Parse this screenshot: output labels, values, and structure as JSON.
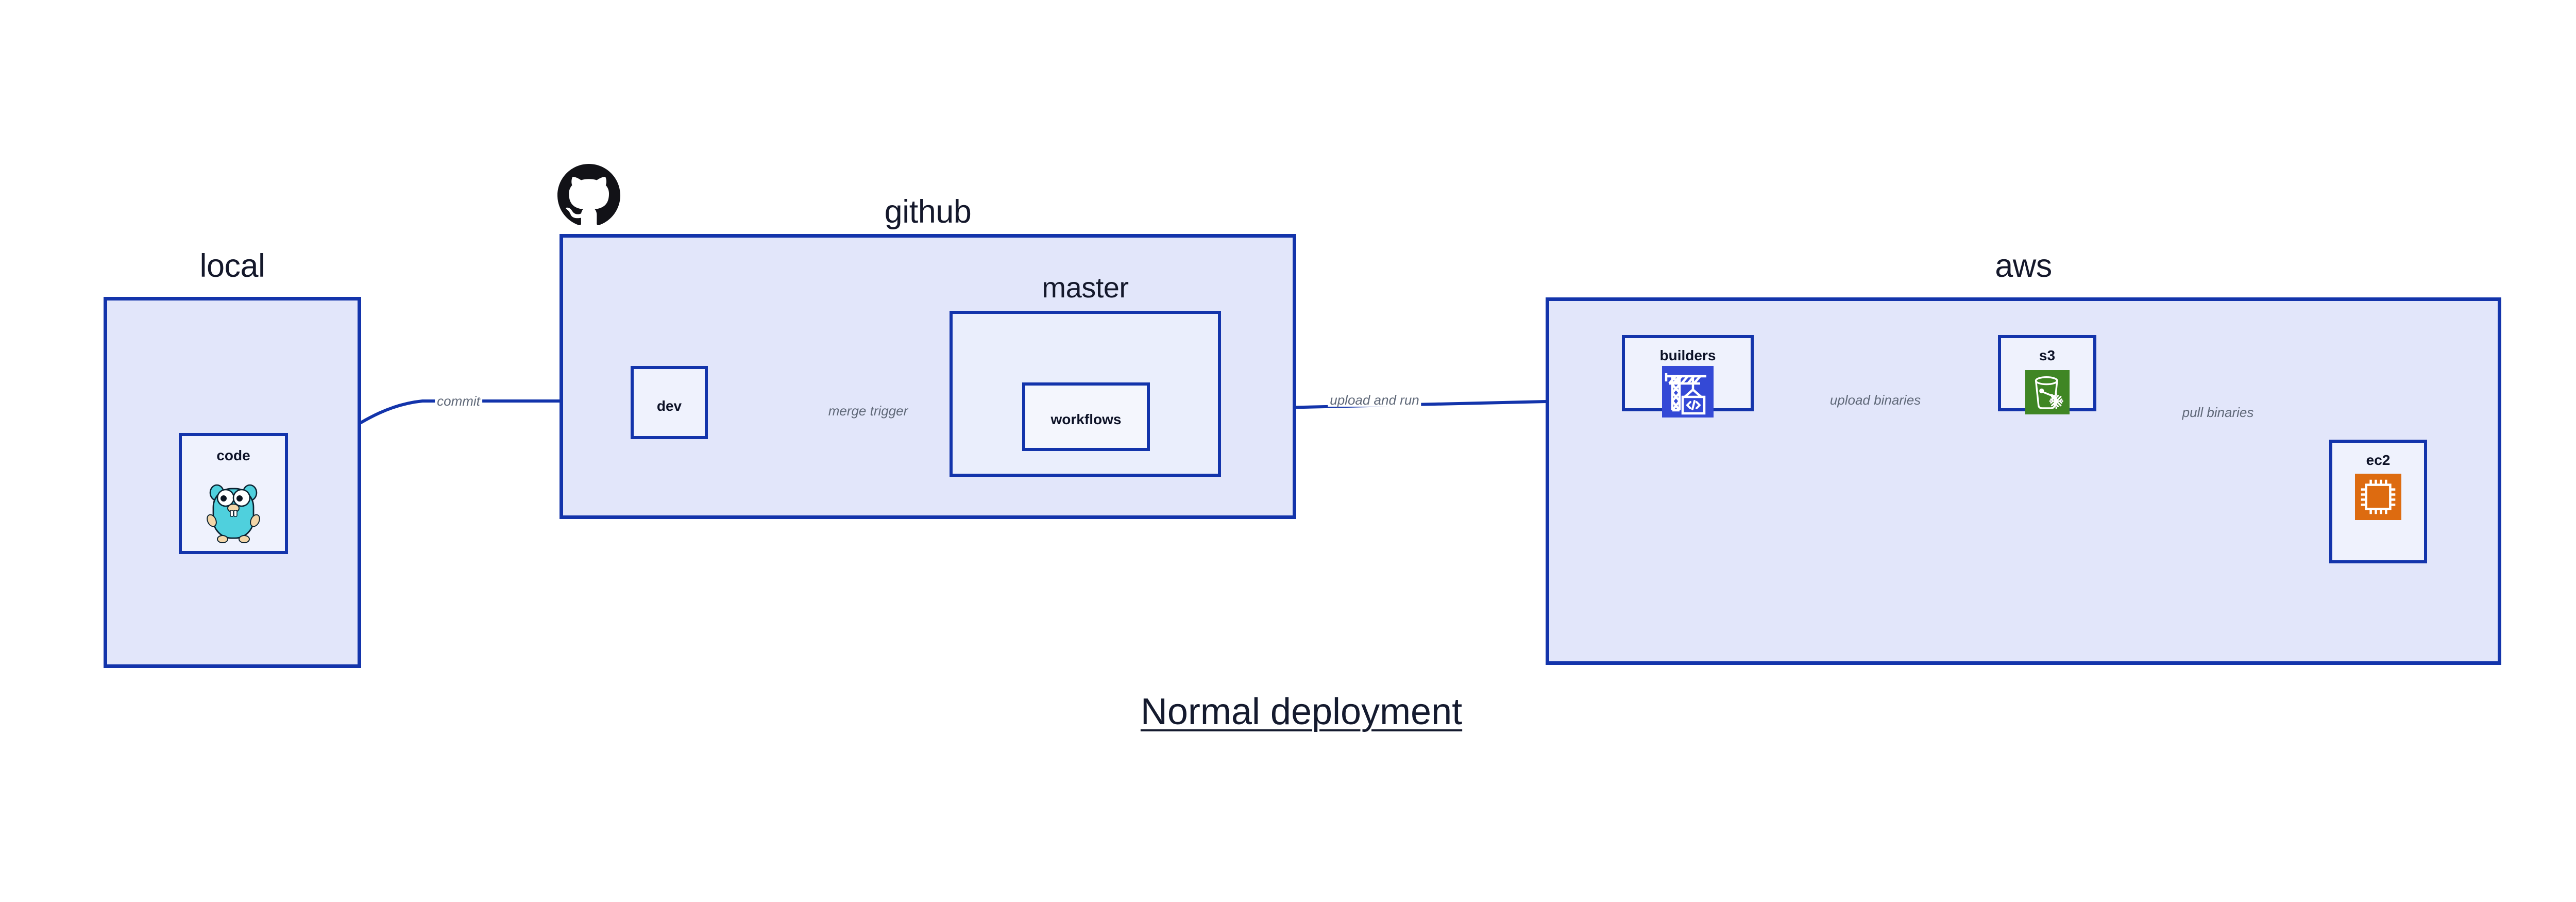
{
  "diagram": {
    "caption": "Normal deployment",
    "accent_border": "#1334ab",
    "group_fill": "#e2e6fa",
    "subgroup_fill": "#eaeefc",
    "node_fill": "#eff2fd",
    "edge_label_color": "#5f6878"
  },
  "groups": {
    "local": {
      "title": "local"
    },
    "github": {
      "title": "github",
      "logo": "github-octocat-logo"
    },
    "master": {
      "title": "master"
    },
    "aws": {
      "title": "aws"
    }
  },
  "nodes": {
    "code": {
      "label": "code",
      "icon": "go-gopher-icon"
    },
    "dev": {
      "label": "dev",
      "icon": ""
    },
    "workflows": {
      "label": "workflows",
      "icon": ""
    },
    "builders": {
      "label": "builders",
      "icon": "aws-builders-crane-icon",
      "icon_color": "#3449d6"
    },
    "s3": {
      "label": "s3",
      "icon": "aws-s3-bucket-icon",
      "icon_color": "#3f8624"
    },
    "ec2": {
      "label": "ec2",
      "icon": "aws-ec2-chip-icon",
      "icon_color": "#dd6b10"
    }
  },
  "edges": [
    {
      "id": "commit",
      "from": "code",
      "to": "dev",
      "label": "commit"
    },
    {
      "id": "merge-trigger",
      "from": "dev",
      "to": "workflows",
      "label": "merge trigger"
    },
    {
      "id": "upload-and-run",
      "from": "workflows",
      "to": "builders",
      "label": "upload and run"
    },
    {
      "id": "upload-binaries",
      "from": "builders",
      "to": "s3",
      "label": "upload binaries"
    },
    {
      "id": "pull-binaries",
      "from": "s3",
      "to": "ec2",
      "label": "pull binaries"
    }
  ]
}
